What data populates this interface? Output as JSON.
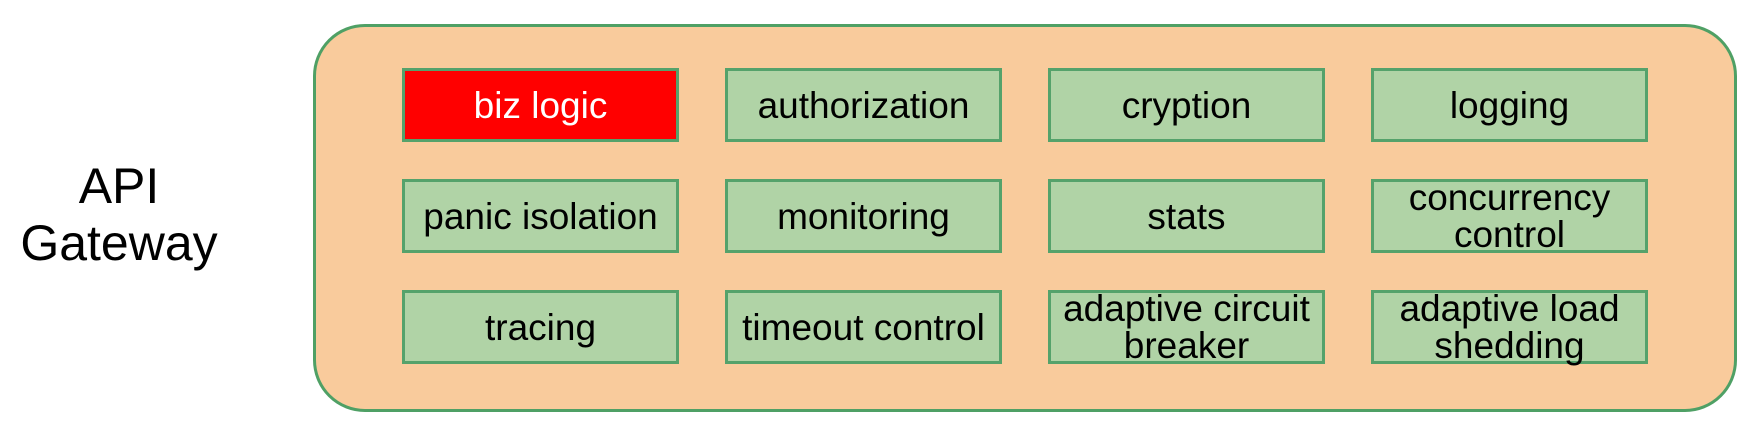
{
  "diagram": {
    "label": "API Gateway",
    "container": {
      "cells": [
        {
          "label": "biz logic",
          "variant": "highlight"
        },
        {
          "label": "authorization",
          "variant": "normal"
        },
        {
          "label": "cryption",
          "variant": "normal"
        },
        {
          "label": "logging",
          "variant": "normal"
        },
        {
          "label": "panic isolation",
          "variant": "normal"
        },
        {
          "label": "monitoring",
          "variant": "normal"
        },
        {
          "label": "stats",
          "variant": "normal"
        },
        {
          "label": "concurrency control",
          "variant": "normal"
        },
        {
          "label": "tracing",
          "variant": "normal"
        },
        {
          "label": "timeout control",
          "variant": "normal"
        },
        {
          "label": "adaptive circuit breaker",
          "variant": "normal"
        },
        {
          "label": "adaptive load shedding",
          "variant": "normal"
        }
      ]
    }
  },
  "colors": {
    "container_fill": "#F9CB9C",
    "container_border": "#4FA065",
    "cell_fill": "#B0D3A6",
    "cell_border": "#55A26B",
    "highlight_fill": "#FF0000",
    "highlight_text": "#FFFFFF",
    "text": "#000000",
    "background": "#FFFFFF"
  }
}
